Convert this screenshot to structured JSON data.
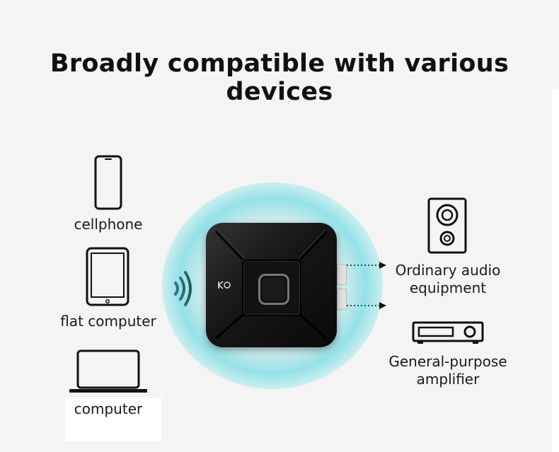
{
  "title": "Broadly compatible with various devices",
  "sources": [
    {
      "label": "cellphone",
      "icon": "phone-icon"
    },
    {
      "label": "flat computer",
      "icon": "tablet-icon"
    },
    {
      "label": "computer",
      "icon": "laptop-icon"
    }
  ],
  "outputs": [
    {
      "label_line1": "Ordinary audio",
      "label_line2": "equipment",
      "icon": "speaker-icon"
    },
    {
      "label_line1": "General-purpose",
      "label_line2": "amplifier",
      "icon": "amplifier-icon"
    }
  ],
  "colors": {
    "glow": "#46c8d2",
    "device": "#111111",
    "text": "#111111",
    "background": "#f4f4f4"
  }
}
